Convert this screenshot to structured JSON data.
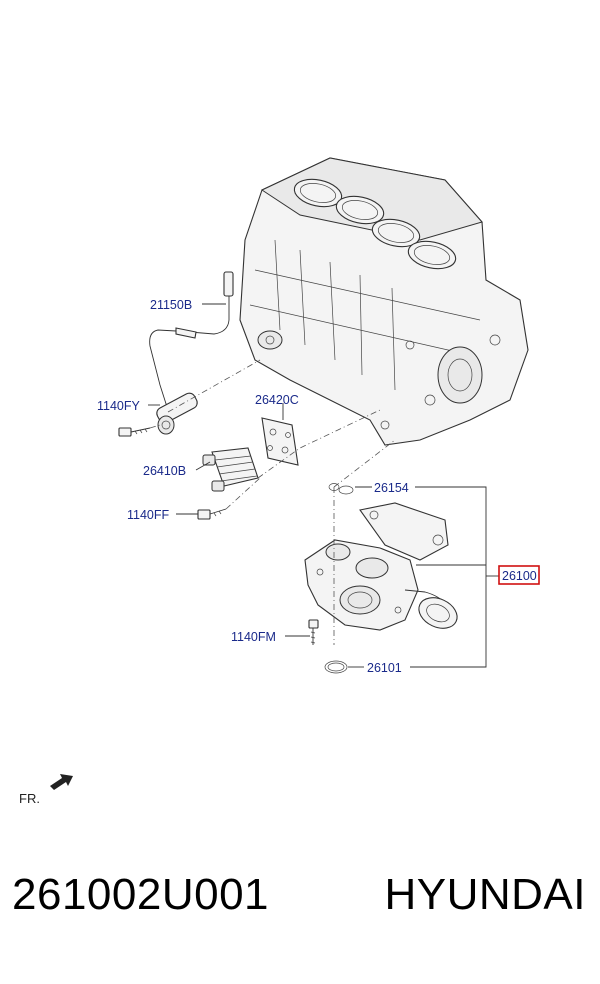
{
  "diagram": {
    "labels": {
      "sensor": "21150B",
      "bolt_fy": "1140FY",
      "gasket": "26420C",
      "cooler": "26410B",
      "bolt_ff": "1140FF",
      "oring_top": "26154",
      "assembly": "26100",
      "bolt_fm": "1140FM",
      "oring_bottom": "26101",
      "front_marker": "FR."
    },
    "highlight_color": "#d01010"
  },
  "footer": {
    "part_number": "261002U001",
    "brand": "HYUNDAI"
  }
}
